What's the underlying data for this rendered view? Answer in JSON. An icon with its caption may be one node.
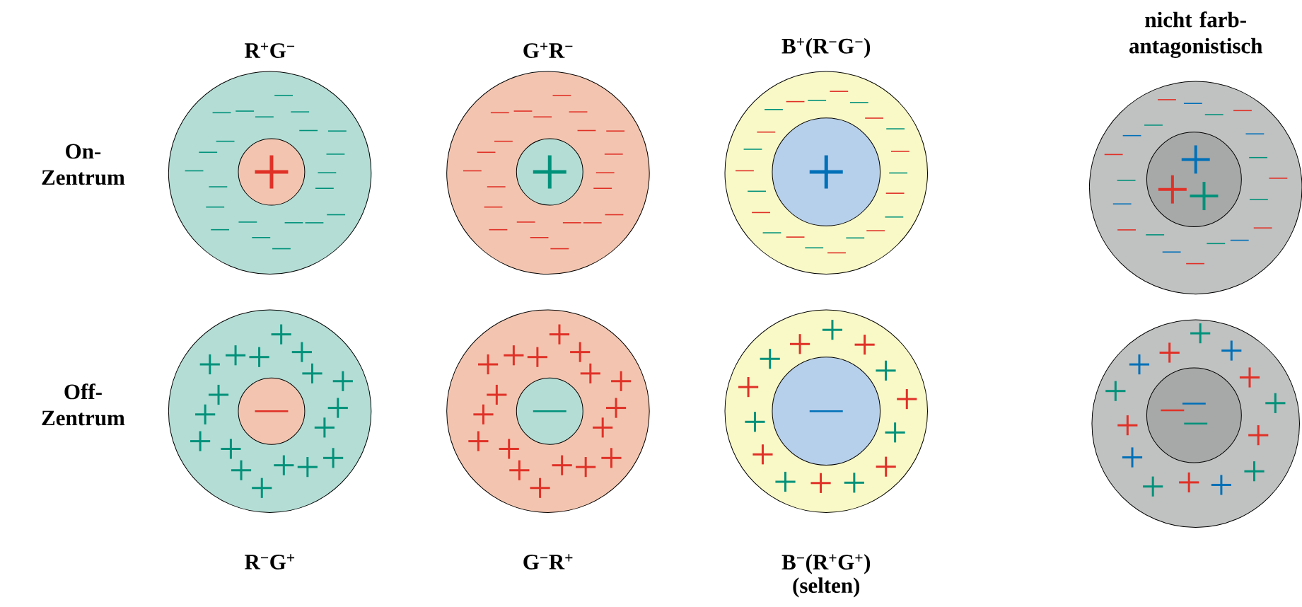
{
  "diagram": {
    "nodes": [
      {
        "text": [],
        "shape": "circle",
        "beside": [
          "R$^{+}$G$^{−}$"
        ]
      },
      {
        "text": [],
        "shape": "circle",
        "in": 0
      },
      {
        "text": [],
        "shape": "circle",
        "beside": [
          "G$^{+}$R$^{−}$"
        ]
      },
      {
        "text": [],
        "shape": "circle",
        "in": 2
      },
      {
        "text": [],
        "shape": "circle",
        "beside": [
          "B$^{+}$(R$^{−}$G$^{−}$)"
        ]
      },
      {
        "text": [],
        "shape": "circle",
        "in": 4
      },
      {
        "text": [],
        "shape": "circle",
        "beside": [
          "nicht farb-antagonistisch"
        ]
      },
      {
        "text": [],
        "shape": "circle",
        "in": 6
      },
      {
        "text": [],
        "shape": "circle",
        "beside": [
          "R$^{−}$G$^{+}$"
        ]
      },
      {
        "text": [],
        "shape": "circle",
        "in": 8
      },
      {
        "text": [],
        "shape": "circle",
        "beside": [
          "G$^{−}$R$^{+}$"
        ]
      },
      {
        "text": [],
        "shape": "circle",
        "in": 10
      },
      {
        "text": [],
        "shape": "circle",
        "beside": [
          "B$^{−}$(R$^{+}$G$^{+}$) (selten)"
        ]
      },
      {
        "text": [],
        "shape": "circle",
        "in": 12
      },
      {
        "text": [],
        "shape": "circle"
      },
      {
        "text": [],
        "shape": "circle",
        "in": 14
      }
    ],
    "labels": [
      "On-Zentrum",
      "Off-Zentrum"
    ]
  }
}
